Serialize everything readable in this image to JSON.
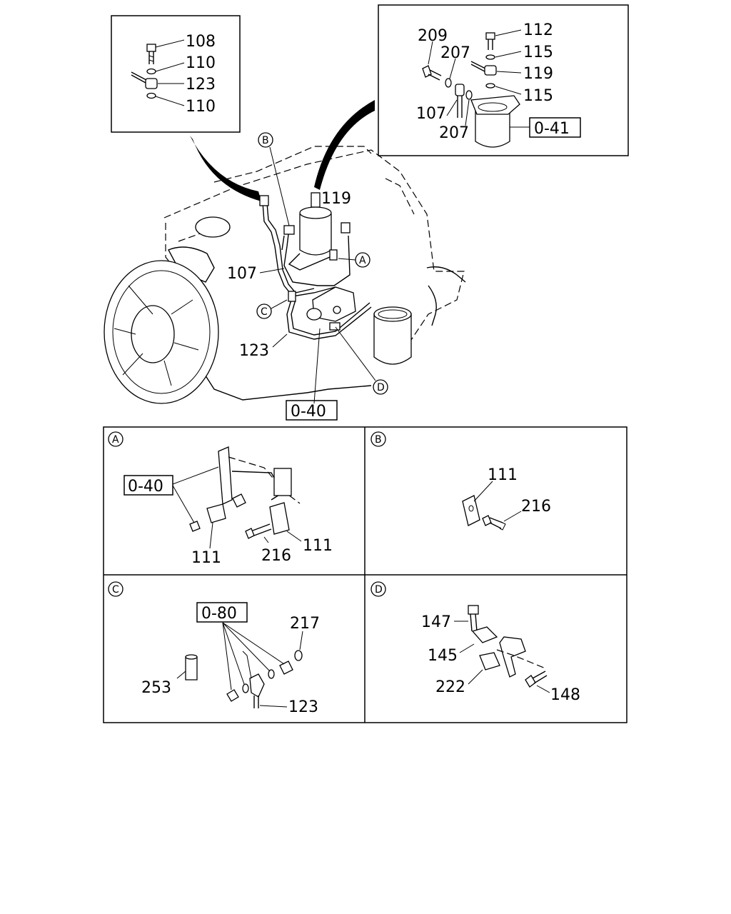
{
  "top_left_inset": {
    "labels": [
      "108",
      "110",
      "123",
      "110"
    ]
  },
  "top_right_inset": {
    "labels": [
      "209",
      "207",
      "112",
      "115",
      "119",
      "115",
      "107",
      "207"
    ],
    "ref_box": "0-41"
  },
  "main_view": {
    "labels": [
      "119",
      "107",
      "123"
    ],
    "callouts": [
      "A",
      "B",
      "C",
      "D"
    ],
    "ref_box": "0-40"
  },
  "detail_a": {
    "marker": "A",
    "ref_box": "0-40",
    "labels": [
      "111",
      "216",
      "111"
    ]
  },
  "detail_b": {
    "marker": "B",
    "labels": [
      "111",
      "216"
    ]
  },
  "detail_c": {
    "marker": "C",
    "ref_box": "0-80",
    "labels": [
      "217",
      "253",
      "123"
    ]
  },
  "detail_d": {
    "marker": "D",
    "labels": [
      "147",
      "145",
      "222",
      "148"
    ]
  }
}
